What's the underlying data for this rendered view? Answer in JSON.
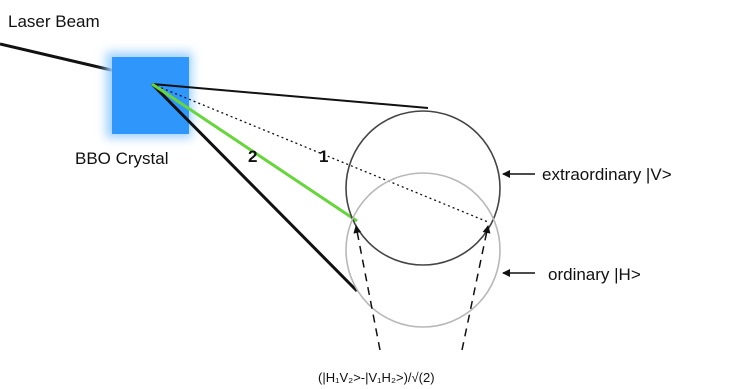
{
  "labels": {
    "laser_beam": "Laser Beam",
    "crystal": "BBO Crystal",
    "beam_1": "1",
    "beam_2": "2",
    "extraordinary": "extraordinary |V>",
    "ordinary": "ordinary |H>",
    "entangled_state": "(|H₁V₂>-|V₁H₂>)/√(2)"
  },
  "colors": {
    "crystal_fill": "#2f96fb",
    "crystal_glow": "#9fd0ff",
    "green_beam": "#66d63a",
    "lines": "#111111",
    "extraordinary_circle": "#444444",
    "ordinary_circle": "#b8b8b8"
  }
}
